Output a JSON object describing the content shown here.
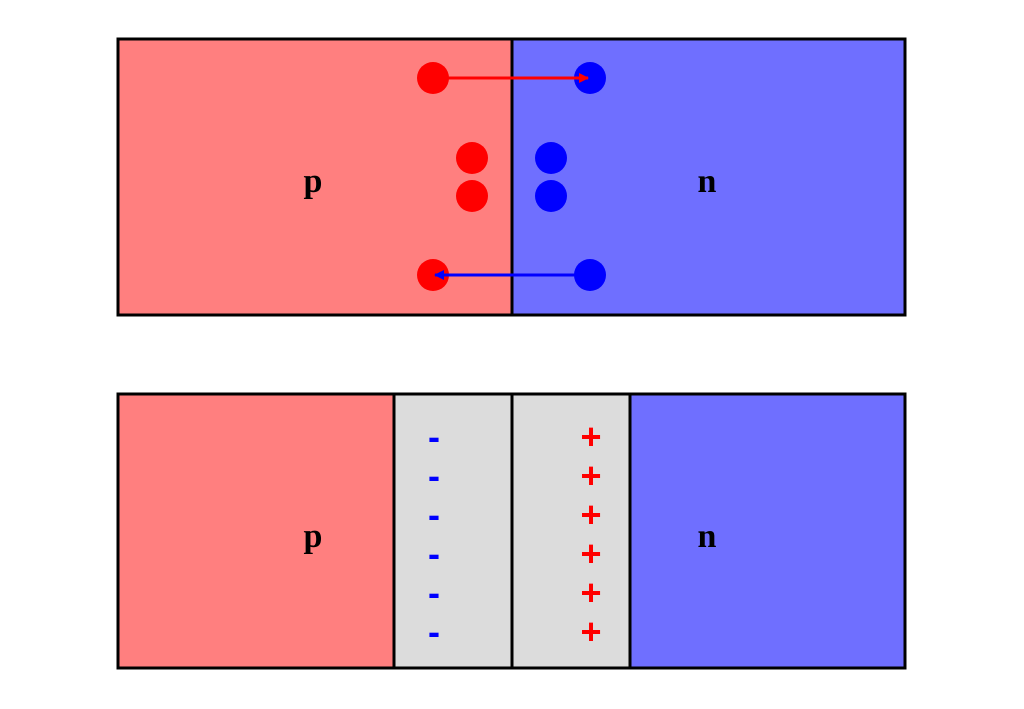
{
  "colors": {
    "p_region": "#ff7f7f",
    "n_region": "#6f6fff",
    "depletion": "#dcdcdc",
    "hole": "#ff0000",
    "electron": "#0000ff",
    "border": "#000000",
    "negative_charge": "#0000ff",
    "positive_charge": "#ff0000"
  },
  "top_panel": {
    "p_label": "p",
    "n_label": "n",
    "arrows": [
      {
        "from": "p",
        "to": "n",
        "color": "#ff0000"
      },
      {
        "from": "n",
        "to": "p",
        "color": "#0000ff"
      }
    ]
  },
  "bottom_panel": {
    "p_label": "p",
    "n_label": "n",
    "negative_charges": [
      "-",
      "-",
      "-",
      "-",
      "-",
      "-"
    ],
    "positive_charges": [
      "+",
      "+",
      "+",
      "+",
      "+",
      "+"
    ]
  }
}
